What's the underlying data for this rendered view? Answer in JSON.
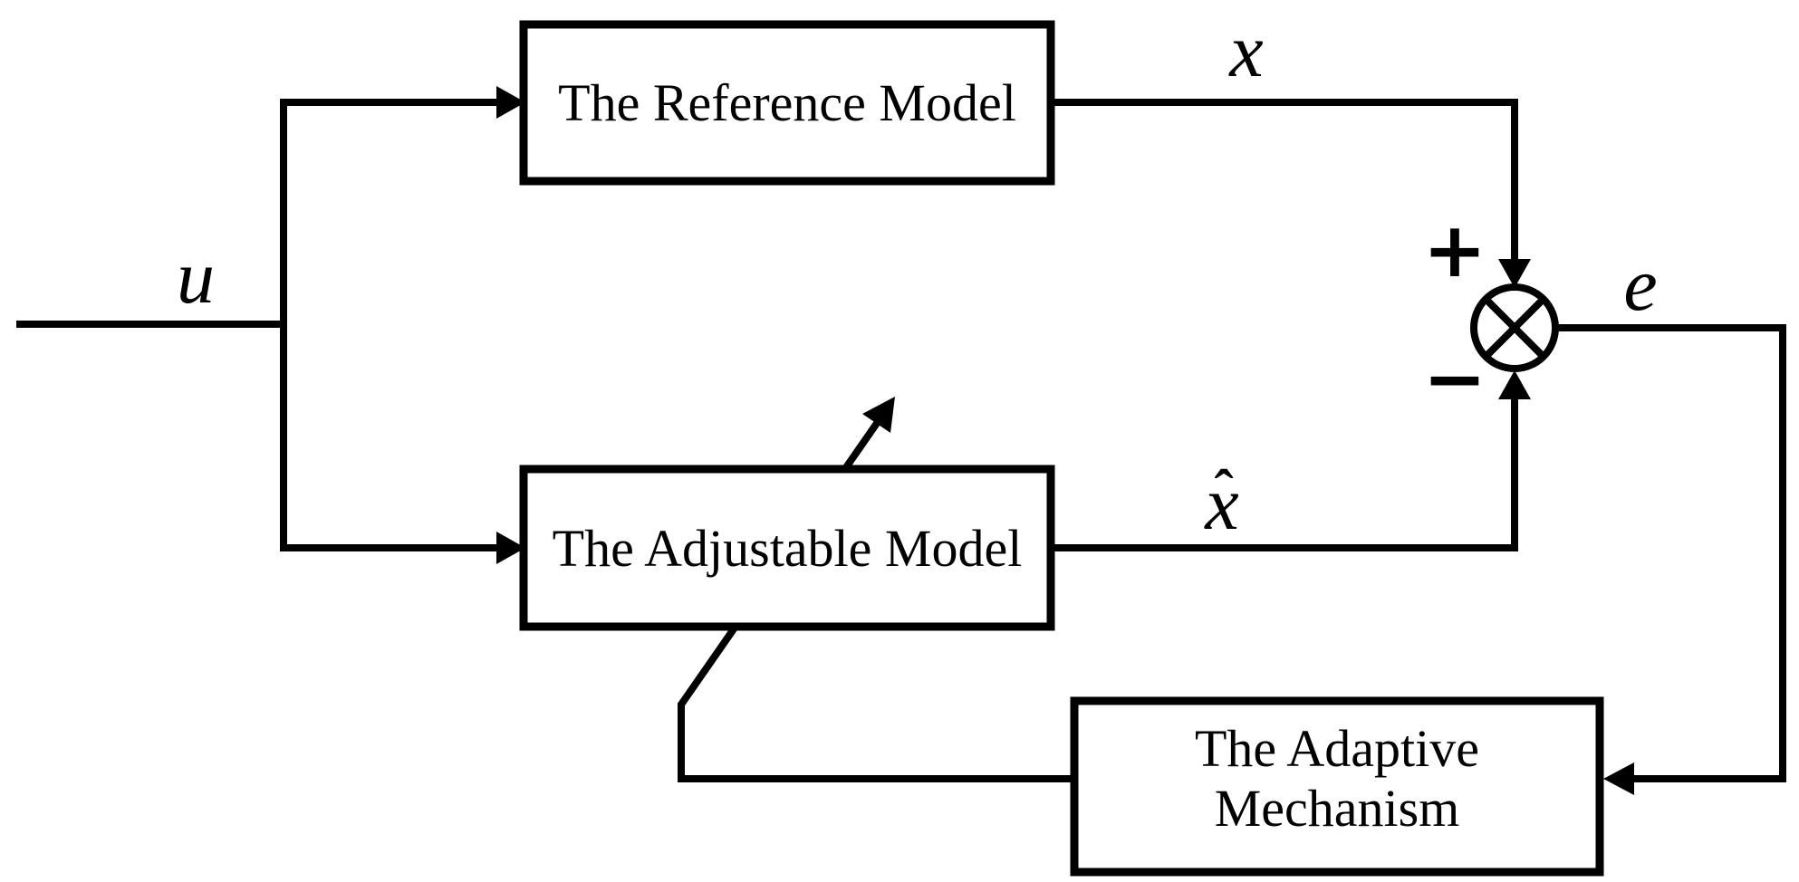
{
  "figure": {
    "title": "Model Reference Adaptive System block diagram",
    "background_color": "#ffffff",
    "ink_color": "#000000",
    "blocks": {
      "reference_model": {
        "label": "The Reference Model"
      },
      "adjustable_model": {
        "label": "The Adjustable Model"
      },
      "adaptive_mechanism": {
        "label_line1": "The Adaptive",
        "label_line2": "Mechanism"
      }
    },
    "signals": {
      "input_label": "u",
      "reference_output_label": "x",
      "estimate_output_label": "x̂",
      "estimate_base": "x",
      "estimate_accent": "ˆ",
      "error_label": "e"
    },
    "summing_junction": {
      "plus_label": "+",
      "minus_label": "−"
    }
  }
}
